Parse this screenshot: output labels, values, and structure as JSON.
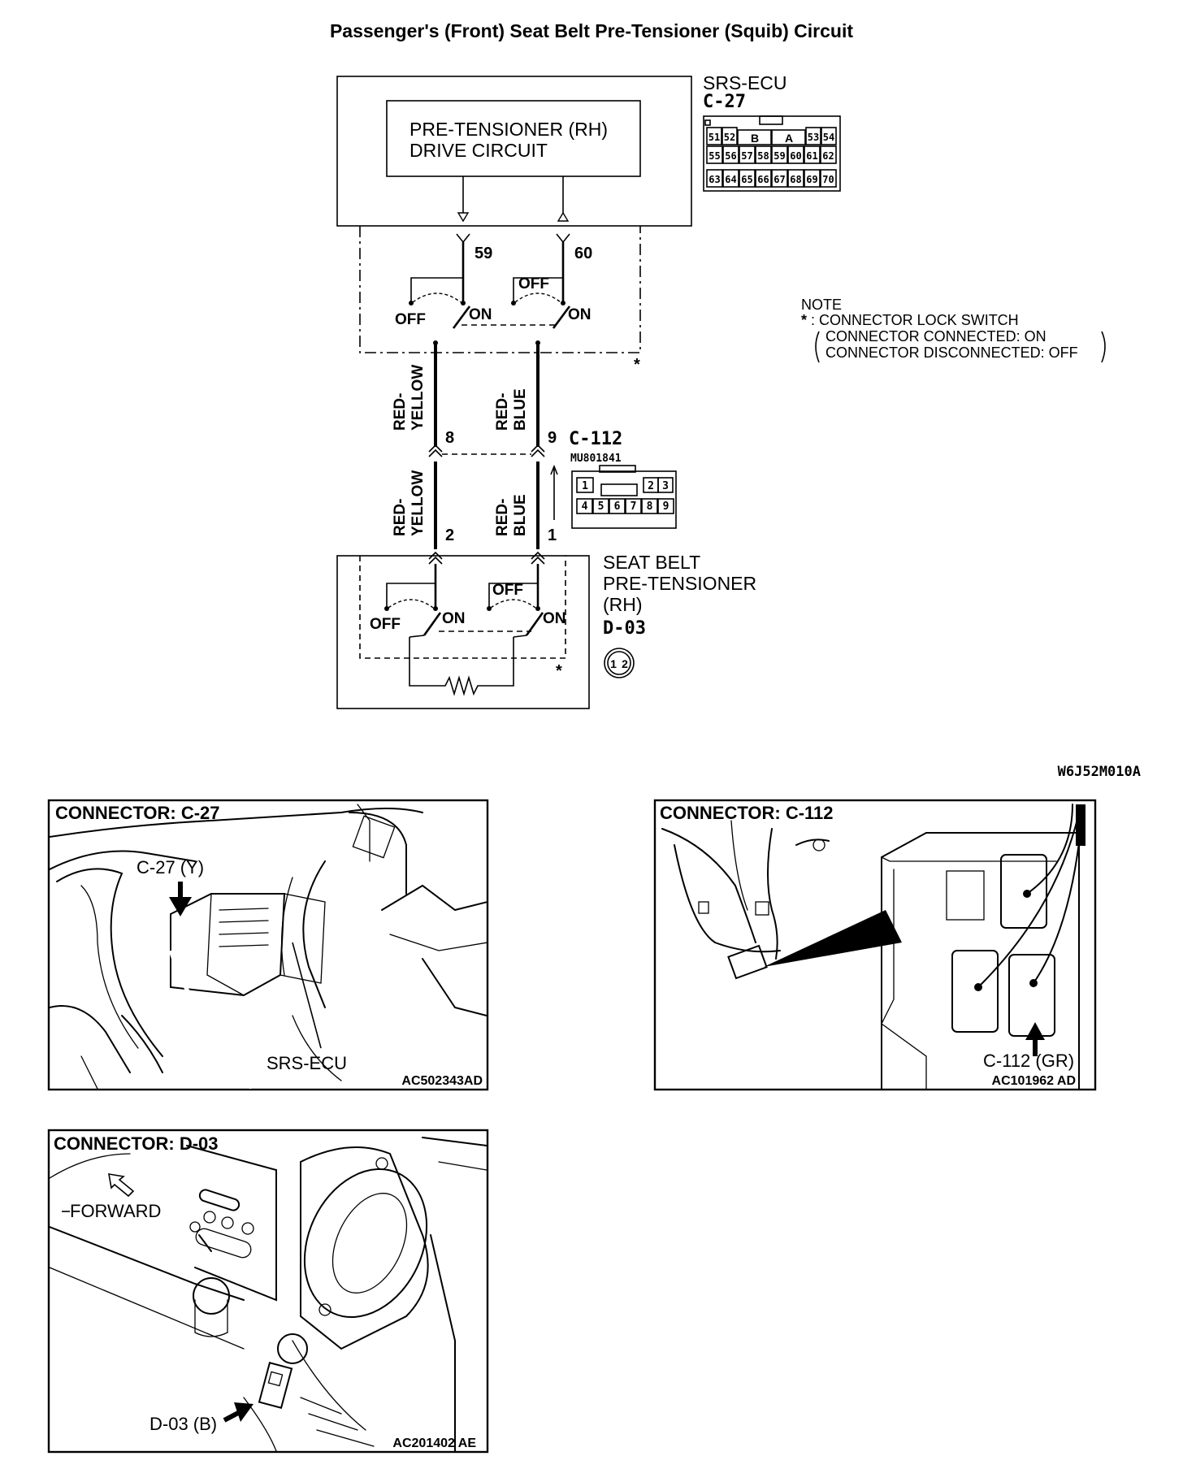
{
  "title": "Passenger's (Front) Seat Belt Pre-Tensioner (Squib) Circuit",
  "ecu": {
    "name": "SRS-ECU",
    "connector": "C-27",
    "drive_circuit_line1": "PRE-TENSIONER (RH)",
    "drive_circuit_line2": "DRIVE CIRCUIT",
    "pin_left": "59",
    "pin_right": "60",
    "pins_row1": [
      "51",
      "52",
      "B",
      "A",
      "53",
      "54"
    ],
    "pins_row2": [
      "55",
      "56",
      "57",
      "58",
      "59",
      "60",
      "61",
      "62"
    ],
    "pins_row3": [
      "63",
      "64",
      "65",
      "66",
      "67",
      "68",
      "69",
      "70"
    ]
  },
  "switch": {
    "off": "OFF",
    "on": "ON",
    "star": "*"
  },
  "wires": {
    "left_line1": "RED-",
    "left_line2": "YELLOW",
    "right_line1": "RED-",
    "right_line2": "BLUE"
  },
  "intermediate_connector": {
    "name": "C-112",
    "part_number": "MU801841",
    "pin_left": "8",
    "pin_right": "9",
    "pins_row1": [
      "1",
      "2",
      "3"
    ],
    "pins_row2": [
      "4",
      "5",
      "6",
      "7",
      "8",
      "9"
    ]
  },
  "pretensioner": {
    "line1": "SEAT BELT",
    "line2": "PRE-TENSIONER",
    "line3": "(RH)",
    "connector": "D-03",
    "pin_left": "2",
    "pin_right": "1",
    "pins": [
      "1",
      "2"
    ]
  },
  "note": {
    "heading": "NOTE",
    "star": "*",
    "line1": ": CONNECTOR LOCK SWITCH",
    "line2": "CONNECTOR CONNECTED: ON",
    "line3": "CONNECTOR DISCONNECTED: OFF"
  },
  "diagram_code": "W6J52M010A",
  "views": {
    "c27": {
      "title": "CONNECTOR: C-27",
      "callout": "C-27 (Y)",
      "label": "SRS-ECU",
      "code": "AC502343AD"
    },
    "c112": {
      "title": "CONNECTOR: C-112",
      "callout": "C-112 (GR)",
      "code": "AC101962 AD"
    },
    "d03": {
      "title": "CONNECTOR: D-03",
      "direction": "FORWARD",
      "callout": "D-03 (B)",
      "code": "AC201402 AE"
    }
  }
}
